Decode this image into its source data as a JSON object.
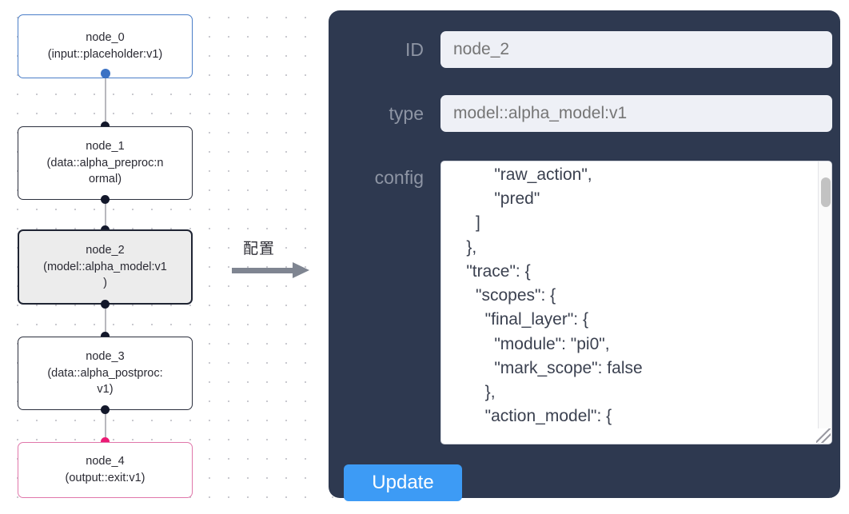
{
  "graph": {
    "nodes": [
      {
        "id": "node_0",
        "title": "node_0",
        "subtitle": "(input::placeholder:v1)",
        "state": "start"
      },
      {
        "id": "node_1",
        "title": "node_1",
        "subtitle": "(data::alpha_preproc:n\normal)",
        "state": "default"
      },
      {
        "id": "node_2",
        "title": "node_2",
        "subtitle": "(model::alpha_model:v1\n)",
        "state": "selected"
      },
      {
        "id": "node_3",
        "title": "node_3",
        "subtitle": "(data::alpha_postproc:\nv1)",
        "state": "default"
      },
      {
        "id": "node_4",
        "title": "node_4",
        "subtitle": "(output::exit:v1)",
        "state": "end"
      }
    ],
    "colors": {
      "start_border": "#4a7ec8",
      "end_border": "#e077aa",
      "default_border": "#2b2f3d",
      "selected_fill": "#ececec",
      "edge": "#b8b8be",
      "handle": "#13182b",
      "handle_start": "#3b72c4",
      "handle_end": "#ec1a74"
    }
  },
  "arrow": {
    "label": "配置",
    "color": "#7f8591"
  },
  "panel": {
    "background": "#2e3950",
    "fields": [
      {
        "key": "id",
        "label": "ID",
        "value": "node_2"
      },
      {
        "key": "type",
        "label": "type",
        "value": "model::alpha_model:v1"
      },
      {
        "key": "config",
        "label": "config",
        "value": ""
      }
    ],
    "id_label": "ID",
    "id_value": "node_2",
    "type_label": "type",
    "type_value": "model::alpha_model:v1",
    "config_label": "config",
    "config_value": "          \"raw_action\",\n          \"pred\"\n      ]\n    },\n    \"trace\": {\n      \"scopes\": {\n        \"final_layer\": {\n          \"module\": \"pi0\",\n          \"mark_scope\": false\n        },\n        \"action_model\": {",
    "update_label": "Update",
    "update_color": "#3d9bf5",
    "input_background": "#eef0f6",
    "input_text_color": "#9aa1ae",
    "label_color": "#8e95a4"
  }
}
